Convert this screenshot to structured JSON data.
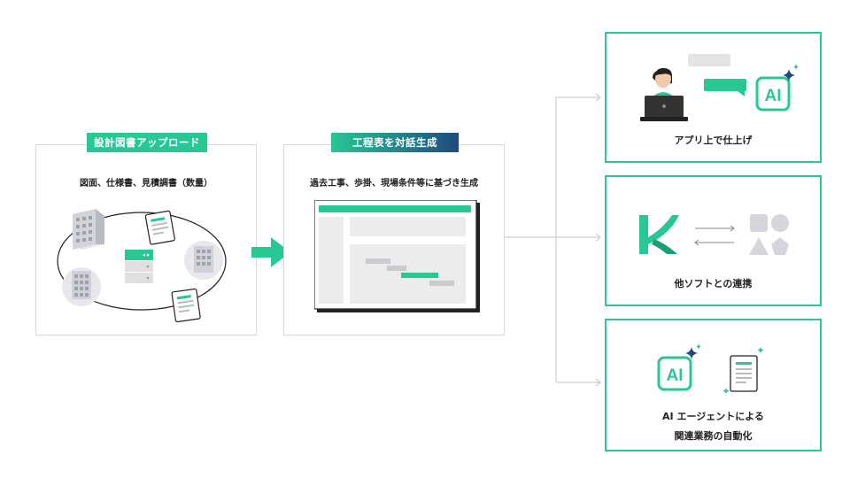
{
  "steps": [
    {
      "tag": "設計図書アップロード",
      "subtitle": "図面、仕様書、見積調書（数量）"
    },
    {
      "tag": "工程表を対話生成",
      "subtitle": "過去工事、歩掛、現場条件等に基づき生成"
    }
  ],
  "outputs": [
    {
      "label": "アプリ上で仕上げ"
    },
    {
      "label": "他ソフトとの連携"
    },
    {
      "label_line1": "AI エージェントによる",
      "label_line2": "関連業務の自動化"
    }
  ],
  "ai_badge_text": "AI",
  "colors": {
    "accent": "#28c795",
    "accent_dark": "#1a9f7a",
    "navy": "#1f4a7e",
    "panel_border": "#d9d9d9",
    "gray": "#e4e4e4"
  }
}
